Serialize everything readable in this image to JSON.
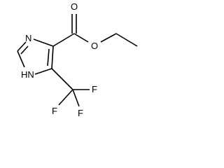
{
  "molecule": {
    "atoms": {
      "ring_n_top": "N",
      "ring_nh": "HN",
      "carbonyl_o": "O",
      "ester_o": "O",
      "f_left": "F",
      "f_right": "F",
      "f_bottom": "F"
    },
    "colors": {
      "bond": "#000000",
      "label": "#000000",
      "background": "#ffffff"
    }
  }
}
